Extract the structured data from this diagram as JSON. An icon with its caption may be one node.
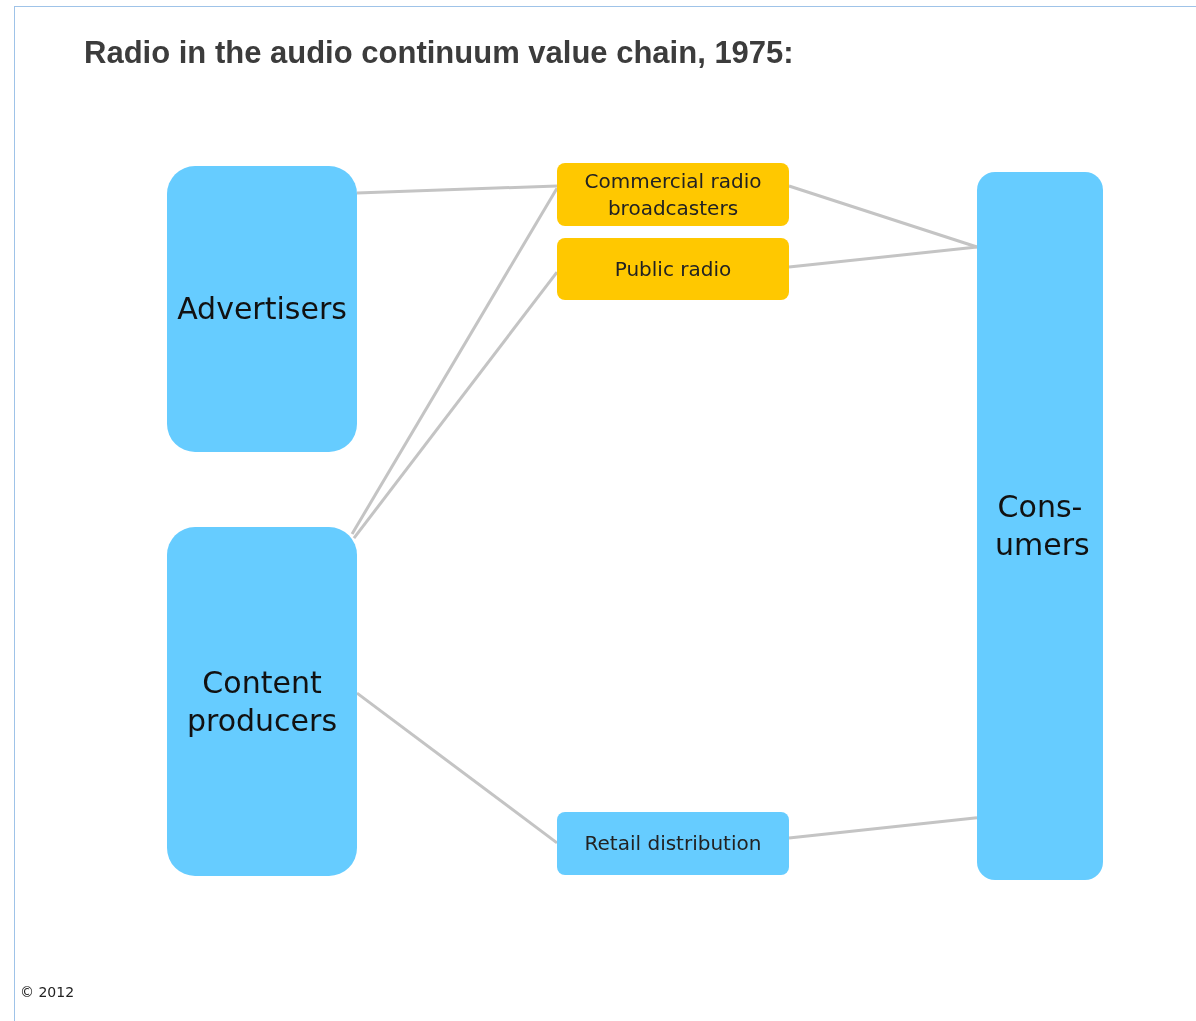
{
  "diagram": {
    "title": "Radio in the audio continuum value chain, 1975:",
    "nodes": [
      {
        "text": [
          "Advertisers"
        ]
      },
      {
        "text": [
          "Content producers"
        ]
      },
      {
        "text": [
          "Commercial radio broadcasters"
        ]
      },
      {
        "text": [
          "Public radio"
        ]
      },
      {
        "text": [
          "Retail distribution"
        ]
      },
      {
        "text": [
          "Cons- umers"
        ]
      }
    ],
    "edges": [
      {
        "from": 0,
        "to": 2,
        "arrow": "none"
      },
      {
        "from": 1,
        "to": 2,
        "arrow": "none"
      },
      {
        "from": 1,
        "to": 3,
        "arrow": "none"
      },
      {
        "from": 1,
        "to": 4,
        "arrow": "none"
      },
      {
        "from": 2,
        "to": 5,
        "arrow": "none"
      },
      {
        "from": 3,
        "to": 5,
        "arrow": "none"
      },
      {
        "from": 4,
        "to": 5,
        "arrow": "none"
      }
    ],
    "labels": [
      "© 2012"
    ]
  }
}
